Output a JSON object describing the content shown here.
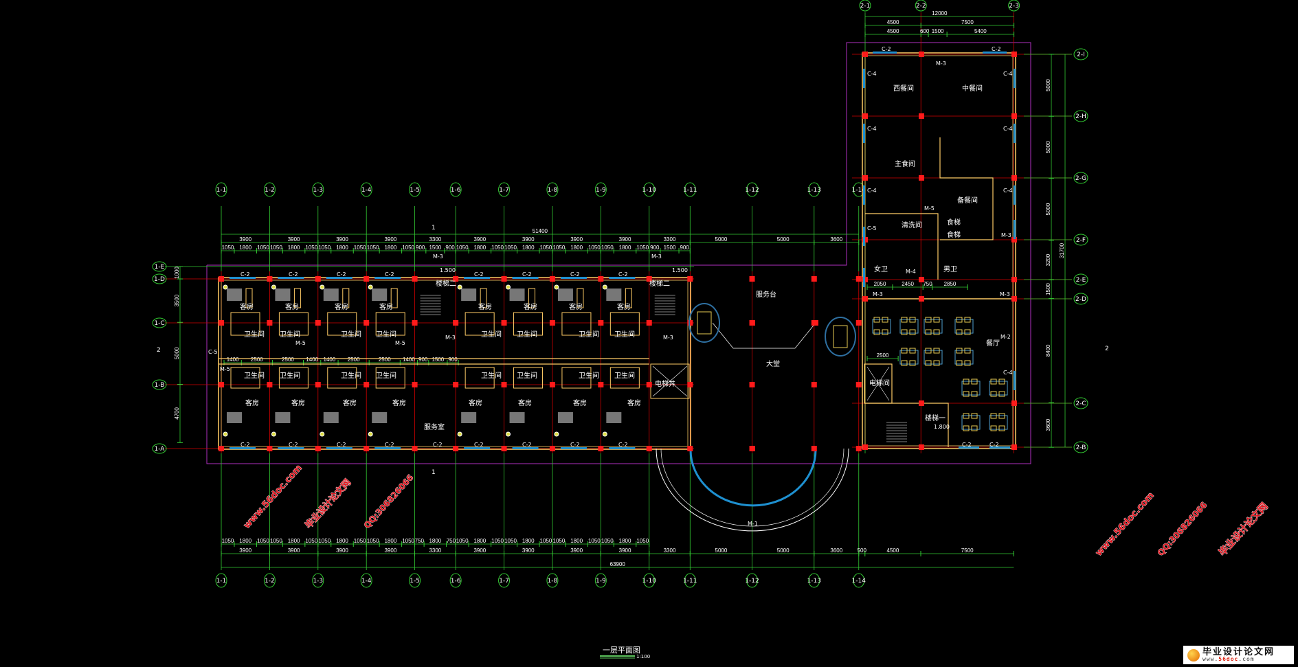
{
  "drawing": {
    "title": "一层平面图",
    "scale": "1:100",
    "colors": {
      "background": "#000000",
      "axis": "#d40000",
      "dimension": "#33cc33",
      "wall": "#ffcc66",
      "column": "#ff1a1a",
      "window": "#1e90d0",
      "outline": "#b030c0"
    }
  },
  "axes": {
    "columns": [
      "1-1",
      "1-2",
      "1-3",
      "1-4",
      "1-5",
      "1-6",
      "1-7",
      "1-8",
      "1-9",
      "1-10",
      "1-11",
      "1-12",
      "1-13",
      "1-14",
      "2-1"
    ],
    "right_columns": [
      "2-1",
      "2-2",
      "2-3"
    ],
    "left_rows": [
      "1-E",
      "1-D",
      "1-C",
      "1-B",
      "1-A"
    ],
    "right_rows": [
      "2-I",
      "2-H",
      "2-G",
      "2-F",
      "2-E",
      "2-D",
      "2-C",
      "2-B"
    ]
  },
  "dims": {
    "top_overall": "51400",
    "top_axis": [
      3900,
      3900,
      3900,
      3900,
      3300,
      3900,
      3900,
      3900,
      3900,
      3300,
      5000,
      5000,
      3600
    ],
    "top_detail": [
      1050,
      1800,
      1050,
      1050,
      1800,
      1050,
      1050,
      1800,
      1050,
      1050,
      1800,
      1050,
      900,
      1500,
      900,
      1050,
      1800,
      1050,
      1050,
      1800,
      1050,
      1050,
      1800,
      1050,
      1050,
      1800,
      1050,
      900,
      1500,
      900
    ],
    "bottom_overall": "63900",
    "bottom_axis": [
      3900,
      3900,
      3900,
      3900,
      3300,
      3900,
      3900,
      3900,
      3900,
      3300,
      5000,
      5000,
      3600,
      500,
      4500,
      7500
    ],
    "bottom_detail": [
      1050,
      1800,
      1050,
      1050,
      1800,
      1050,
      1050,
      1800,
      1050,
      1050,
      1800,
      1050,
      750,
      1800,
      750,
      1050,
      1800,
      1050,
      1050,
      1800,
      1050,
      1050,
      1800,
      1050,
      1050,
      1800,
      1050
    ],
    "right_top_overall": "12000",
    "right_top_axis": [
      4500,
      7500
    ],
    "right_top_detail": [
      4500,
      600,
      1500,
      5400
    ],
    "right_side": [
      5000,
      5000,
      5000,
      3200,
      1500,
      8400,
      3600
    ],
    "right_side_overall": "31700",
    "left_side": [
      1000,
      3500,
      5000,
      4700
    ],
    "corridor": [
      1400,
      2500,
      2500,
      1400,
      1400,
      2500,
      2500,
      1400,
      900,
      1500,
      900
    ],
    "kitchen_bottom": [
      2050,
      2450,
      750,
      2850
    ]
  },
  "rooms": {
    "guest": "客房",
    "bath": "卫生间",
    "service_room": "服务室",
    "stair2": "楼梯二",
    "elevator_shaft": "电梯井",
    "reception": "服务台",
    "lobby": "大堂",
    "western": "西餐间",
    "chinese": "中餐间",
    "staple": "主食间",
    "prep": "备餐间",
    "wash": "清洗间",
    "dumbwaiter": "食梯",
    "women_wc": "女卫",
    "men_wc": "男卫",
    "dining": "餐厅",
    "elevator_room": "电梯间",
    "stair1": "楼梯一"
  },
  "tags": {
    "c2": "C-2",
    "c4": "C-4",
    "c5": "C-5",
    "m1": "M-1",
    "m2": "M-2",
    "m3": "M-3",
    "m4": "M-4",
    "m5": "M-5",
    "level1": "1.800",
    "level2": "1.500",
    "section1": "1",
    "section2": "2"
  },
  "watermarks": {
    "site": "毕业设计论文网",
    "url": "www.56doc.com",
    "qq": "QQ:306826066"
  },
  "logo": {
    "cn": "毕业设计论文网",
    "url_pre": "www.",
    "url_mid": "56doc",
    ".com_label": ".com"
  }
}
